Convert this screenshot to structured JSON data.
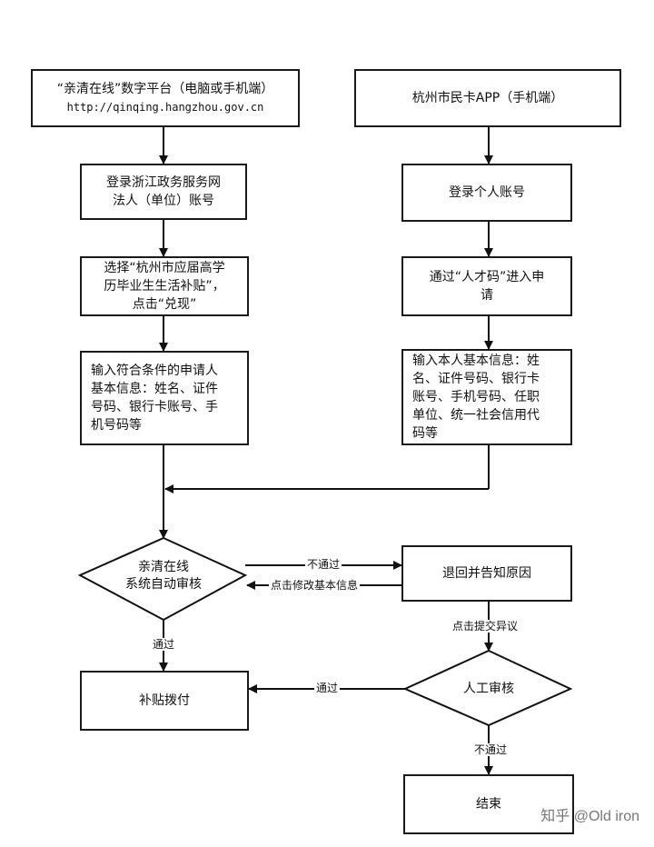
{
  "nodes": {
    "platform_pc": {
      "line1": "“亲清在线”数字平台（电脑或手机端）",
      "line2": "http://qinqing.hangzhou.gov.cn"
    },
    "app_mobile": "杭州市民卡APP（手机端）",
    "login_legal": {
      "line1": "登录浙江政务服务网",
      "line2": "法人（单位）账号"
    },
    "login_personal": "登录个人账号",
    "select_subsidy": {
      "line1": "选择“杭州市应届高学",
      "line2": "历毕业生生活补贴”，",
      "line3": "点击“兑现”"
    },
    "talent_code": {
      "line1": "通过“人才码”进入申",
      "line2": "请"
    },
    "input_applicant": {
      "line1": "输入符合条件的申请人",
      "line2": "基本信息：姓名、证件",
      "line3": "号码、银行卡账号、手",
      "line4": "机号码等"
    },
    "input_self": {
      "line1": "输入本人基本信息：姓",
      "line2": "名、证件号码、银行卡",
      "line3": "账号、手机号码、任职",
      "line4": "单位、统一社会信用代",
      "line5": "码等"
    },
    "auto_review": {
      "line1": "亲清在线",
      "line2": "系统自动审核"
    },
    "return_reason": "退回并告知原因",
    "disburse": "补贴拨付",
    "manual_review": "人工审核",
    "end": "结束"
  },
  "edge_labels": {
    "not_pass_1": "不通过",
    "modify_info": "点击修改基本信息",
    "pass_1": "通过",
    "submit_objection": "点击提交异议",
    "pass_2": "通过",
    "not_pass_2": "不通过"
  },
  "watermark": "知乎 @Old iron"
}
